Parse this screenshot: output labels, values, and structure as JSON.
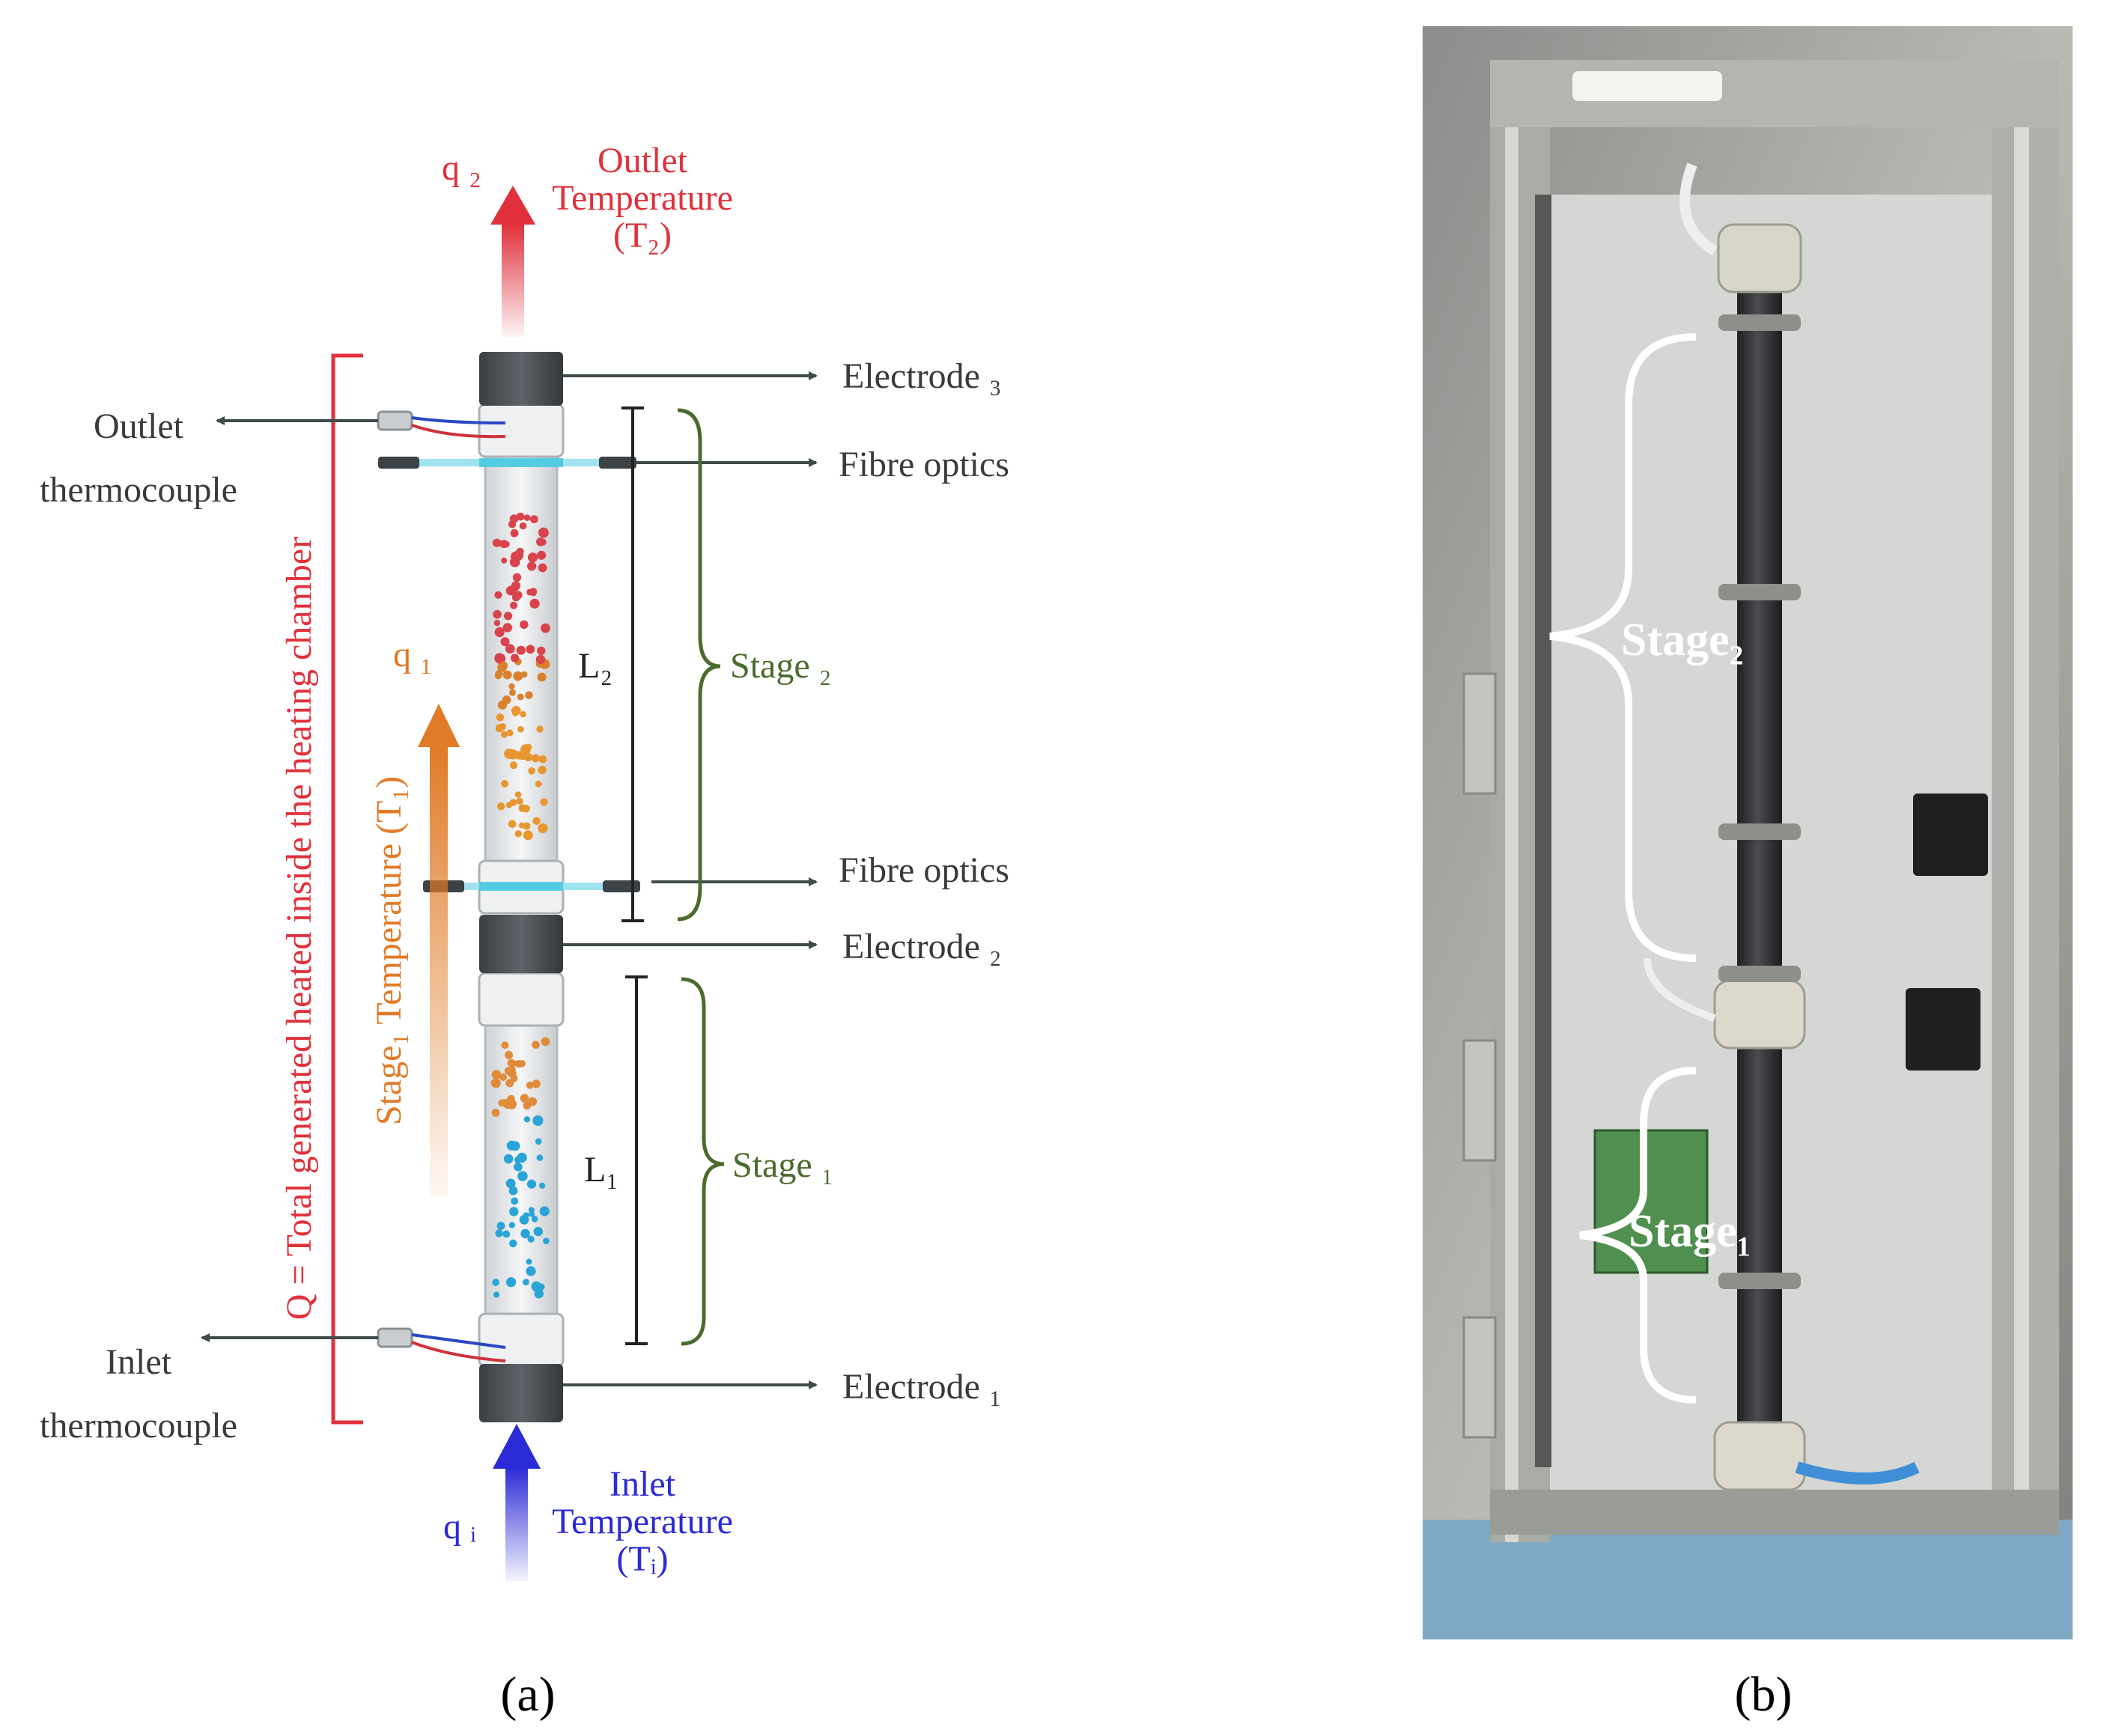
{
  "panel_a": {
    "caption": "(a)",
    "q2": "q ₂",
    "outlet_temperature": [
      "Outlet",
      "Temperature",
      "(T₂)"
    ],
    "electrode_3": "Electrode ₃",
    "outlet_thermocouple": [
      "Outlet",
      "thermocouple"
    ],
    "fibre_optics_top": "Fibre optics",
    "L2": "L₂",
    "stage_2": "Stage ₂",
    "q1": "q ₁",
    "stage1_temperature": "Stage₁ Temperature (T₁)",
    "total_heat": "Q = Total generated heated inside the heating chamber",
    "fibre_optics_bottom": "Fibre optics",
    "electrode_2": "Electrode ₂",
    "L1": "L₁",
    "stage_1": "Stage ₁",
    "inlet_thermocouple": [
      "Inlet",
      "thermocouple"
    ],
    "electrode_1": "Electrode ₁",
    "qi": "q ᵢ",
    "inlet_temperature": [
      "Inlet",
      "Temperature",
      "(Tᵢ)"
    ]
  },
  "panel_b": {
    "caption": "(b)",
    "stage_2": "Stage₂",
    "stage_1": "Stage₁"
  },
  "colors": {
    "outlet_red": "#e0313c",
    "inlet_blue": "#2b2bd6",
    "stage_orange": "#e07b27",
    "stage_green": "#4b6b2c",
    "label_gray": "#3a3a3a"
  }
}
